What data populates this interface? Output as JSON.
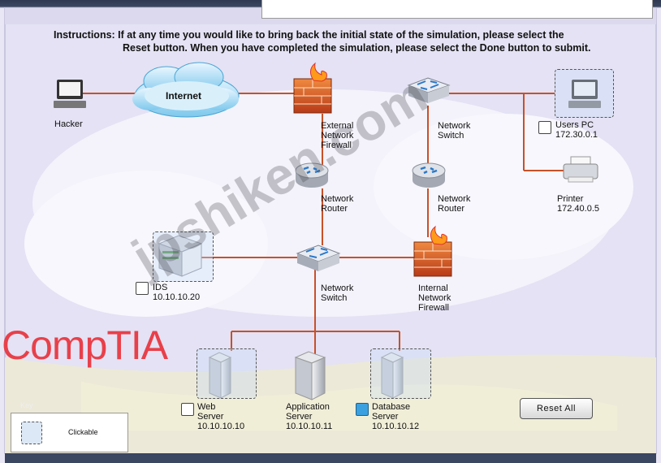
{
  "instructions": {
    "line1": "Instructions: If at any time you would like to bring back the initial state of the simulation, please select the",
    "line2": "Reset button. When you have completed the simulation, please select the Done button to submit."
  },
  "devices": {
    "hacker": {
      "label": "Hacker"
    },
    "internet": {
      "label": "Internet"
    },
    "ext_firewall": {
      "label1": "External",
      "label2": "Network",
      "label3": "Firewall"
    },
    "switch_top": {
      "label1": "Network",
      "label2": "Switch"
    },
    "users_pc": {
      "label1": "Users PC",
      "ip": "172.30.0.1",
      "checked": false
    },
    "router_left": {
      "label1": "Network",
      "label2": "Router"
    },
    "router_right": {
      "label1": "Network",
      "label2": "Router"
    },
    "printer": {
      "label1": "Printer",
      "ip": "172.40.0.5"
    },
    "ids": {
      "label1": "IDS",
      "ip": "10.10.10.20",
      "checked": false
    },
    "switch_mid": {
      "label1": "Network",
      "label2": "Switch"
    },
    "int_firewall": {
      "label1": "Internal",
      "label2": "Network",
      "label3": "Firewall"
    },
    "web_server": {
      "label1": "Web",
      "label2": "Server",
      "ip": "10.10.10.10",
      "checked": false
    },
    "app_server": {
      "label1": "Application",
      "label2": "Server",
      "ip": "10.10.10.11"
    },
    "db_server": {
      "label1": "Database",
      "label2": "Server",
      "ip": "10.10.10.12",
      "checked": true
    }
  },
  "reset_button": {
    "label": "Reset All"
  },
  "key": {
    "title": "Key",
    "clickable": "Clickable"
  },
  "watermark": {
    "logo": "CompTIA",
    "site": "jpshiken.com"
  },
  "colors": {
    "link": "#c8502a",
    "checked": "#3aa0e0",
    "logo": "#e8404a"
  }
}
